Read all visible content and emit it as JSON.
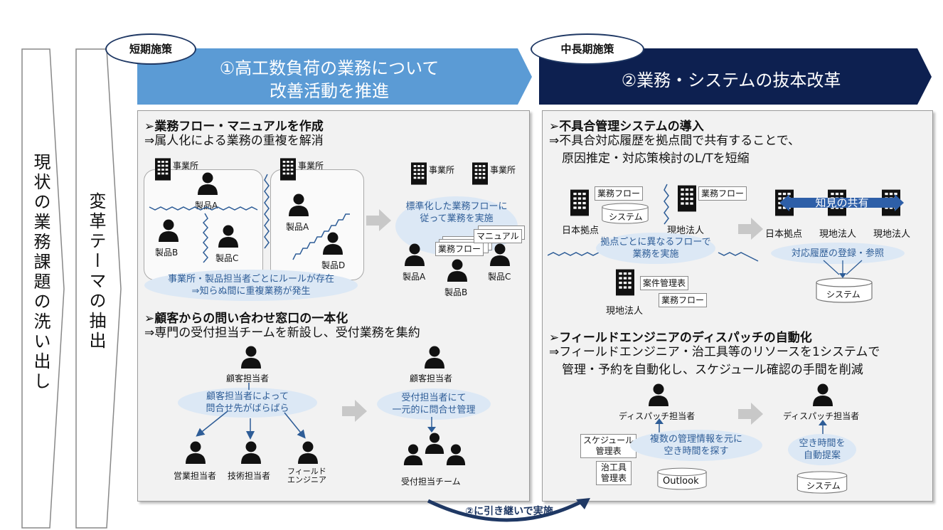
{
  "left_columns": {
    "col1": "現状の業務課題の洗い出し",
    "col2": "変革テーマの抽出"
  },
  "short_term": {
    "tag": "短期施策",
    "header_line1": "①高工数負荷の業務について",
    "header_line2": "改善活動を推進",
    "section1": {
      "title": "➢業務フロー・マニュアルを作成",
      "subtitle": "⇒属人化による業務の重複を解消",
      "office1": "事業所",
      "office2": "事業所",
      "office3": "事業所",
      "office4": "事業所",
      "productA": "製品A",
      "productB": "製品B",
      "productC": "製品C",
      "productA2": "製品A",
      "productD": "製品D",
      "problem_line1": "事業所・製品担当者ごとにルールが存在",
      "problem_line2": "⇒知らぬ間に重複業務が発生",
      "solution_line1": "標準化した業務フローに",
      "solution_line2": "従って業務を実施",
      "doc_flow": "業務フロー",
      "doc_manual": "マニュアル",
      "r_productA": "製品A",
      "r_productB": "製品B",
      "r_productC": "製品C"
    },
    "section2": {
      "title": "➢顧客からの問い合わせ窓口の一本化",
      "subtitle": "⇒専門の受付担当チームを新設し、受付業務を集約",
      "customer_rep": "顧客担当者",
      "problem_line1": "顧客担当者によって",
      "problem_line2": "問合せ先がばらばら",
      "sales": "営業担当者",
      "tech": "技術担当者",
      "field_line1": "フィールド",
      "field_line2": "エンジニア",
      "customer_rep2": "顧客担当者",
      "solution_line1": "受付担当者にて",
      "solution_line2": "一元的に問合せ管理",
      "team": "受付担当チーム"
    }
  },
  "mid_term": {
    "tag": "中長期施策",
    "header": "②業務・システムの抜本改革",
    "section1": {
      "title": "➢不具合管理システムの導入",
      "subtitle_line1": "⇒不具合対応履歴を拠点間で共有することで、",
      "subtitle_line2": "原因推定・対応策検討のL/Tを短縮",
      "doc_flow1": "業務フロー",
      "doc_system": "システム",
      "japan_base": "日本拠点",
      "doc_flow2": "業務フロー",
      "local1": "現地法人",
      "problem_line1": "拠点ごとに異なるフローで",
      "problem_line2": "業務を実施",
      "doc_case": "案件管理表",
      "doc_flow3": "業務フロー",
      "local2": "現地法人",
      "knowledge_share": "知見の共有",
      "r_japan": "日本拠点",
      "r_local1": "現地法人",
      "r_local2": "現地法人",
      "solution": "対応履歴の登録・参照",
      "system": "システム"
    },
    "section2": {
      "title": "➢フィールドエンジニアのディスパッチの自動化",
      "subtitle_line1": "⇒フィールドエンジニア・治工具等のリソースを1システムで",
      "subtitle_line2": "管理・予約を自動化し、スケジュール確認の手間を削減",
      "dispatcher": "ディスパッチ担当者",
      "schedule_line1": "スケジュール",
      "schedule_line2": "管理表",
      "tool_line1": "治工具",
      "tool_line2": "管理表",
      "outlook": "Outlook",
      "problem_line1": "複数の管理情報を元に",
      "problem_line2": "空き時間を探す",
      "dispatcher2": "ディスパッチ担当者",
      "solution_line1": "空き時間を",
      "solution_line2": "自動提案",
      "system": "システム"
    }
  },
  "bottom_link": "②に引き継いで実施",
  "colors": {
    "short_header": "#5b9bd5",
    "mid_header": "#0d2050",
    "ellipse": "#dce8f5",
    "accent_text": "#2e5d97"
  }
}
